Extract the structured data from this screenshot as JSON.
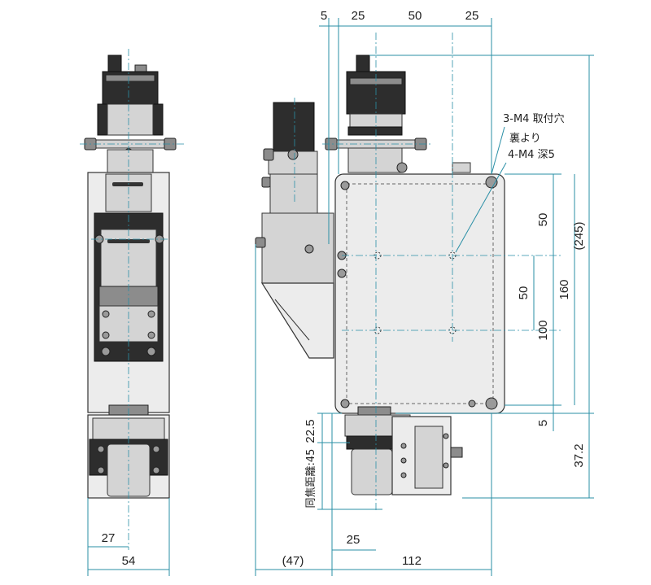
{
  "dimensions": {
    "top_5": "5",
    "top_25_left": "25",
    "top_50": "50",
    "top_25_right": "25",
    "right_50_upper": "50",
    "right_50_inner": "50",
    "right_100": "100",
    "right_160": "160",
    "right_245": "(245)",
    "right_5": "5",
    "right_37_2": "37.2",
    "focal_22_5": "22.5",
    "focal_45": "同焦距離:45",
    "front_27": "27",
    "front_54": "54",
    "side_47": "(47)",
    "side_25": "25",
    "side_112": "112"
  },
  "notes": {
    "mount_holes": "3-M4 取付穴",
    "from_back": "裏より",
    "threaded_holes": "4-M4 深5"
  },
  "colors": {
    "dimension_line": "#2a8fa6",
    "body_light": "#ececec",
    "body_dark": "#2d2d2d"
  }
}
